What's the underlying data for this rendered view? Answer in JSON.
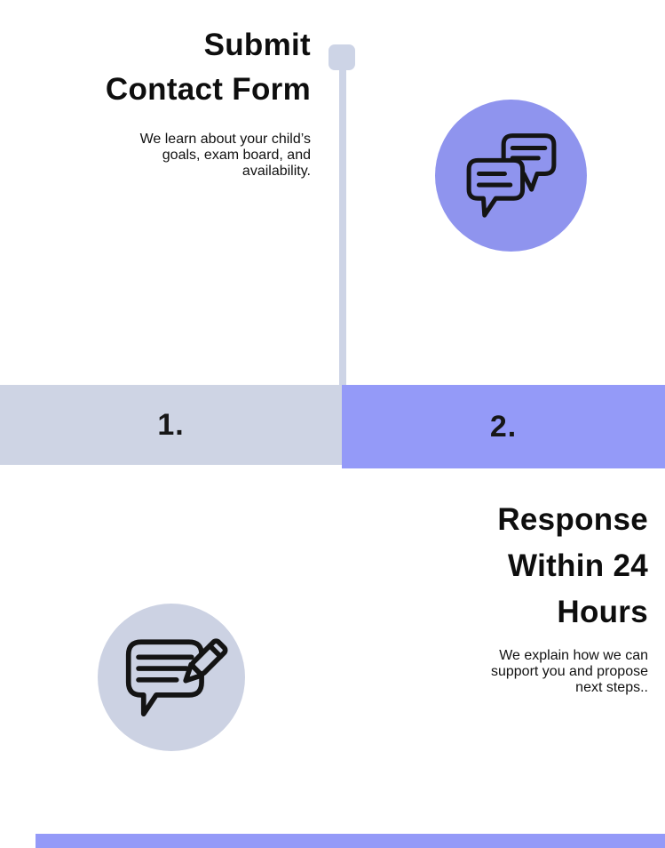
{
  "colors": {
    "accent_purple": "#949af8",
    "muted_blue_gray": "#ced4e4",
    "icon_circle_purple": "#8f94ee",
    "icon_circle_gray": "#ccd2e3",
    "connector": "#cdd4e6",
    "icon_stroke": "#141414",
    "heading_text": "#0e0e0e",
    "body_text": "#212121",
    "number_text": "#171717"
  },
  "steps": [
    {
      "number": "1.",
      "title": "Submit Contact Form",
      "title_lines": [
        "Submit",
        "Contact Form"
      ],
      "description": "We learn about your child’s goals, exam board, and availability.",
      "description_lines": [
        "We learn about your child’s",
        "goals, exam board, and",
        "availability."
      ],
      "icon": "chat-bubbles-icon"
    },
    {
      "number": "2.",
      "title": "Response Within 24 Hours",
      "title_lines": [
        "Response",
        "Within 24",
        "Hours"
      ],
      "description": "We explain how we can support you and propose next steps..",
      "description_lines": [
        "We explain how we can",
        "support you and propose",
        "next steps.."
      ],
      "icon": "writing-pencil-icon"
    }
  ]
}
